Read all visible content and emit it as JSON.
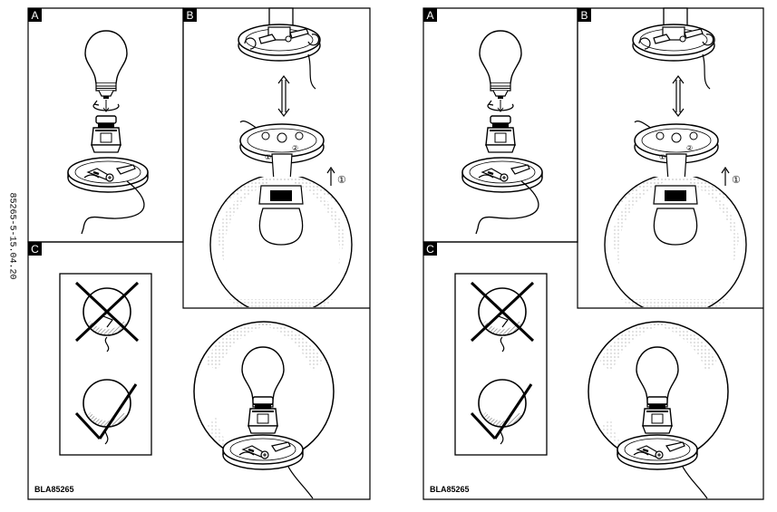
{
  "document": {
    "side_code": "85265-5-15.04.20",
    "model_code": "BLA85265"
  },
  "sheets": [
    {
      "panels": {
        "a": "A",
        "b": "B",
        "c": "C"
      },
      "step_marks": {
        "b": [
          "①",
          "②",
          "①"
        ]
      }
    },
    {
      "panels": {
        "a": "A",
        "b": "B",
        "c": "C"
      },
      "step_marks": {
        "b": [
          "①",
          "②",
          "①"
        ]
      }
    }
  ],
  "colors": {
    "line": "#000000",
    "paper": "#ffffff",
    "glass_shade": "#b0b0b0"
  },
  "icons": [
    "bulb-icon",
    "lamp-base-icon",
    "glass-globe-icon",
    "rotation-arrow-icon",
    "cross-mark-icon"
  ]
}
